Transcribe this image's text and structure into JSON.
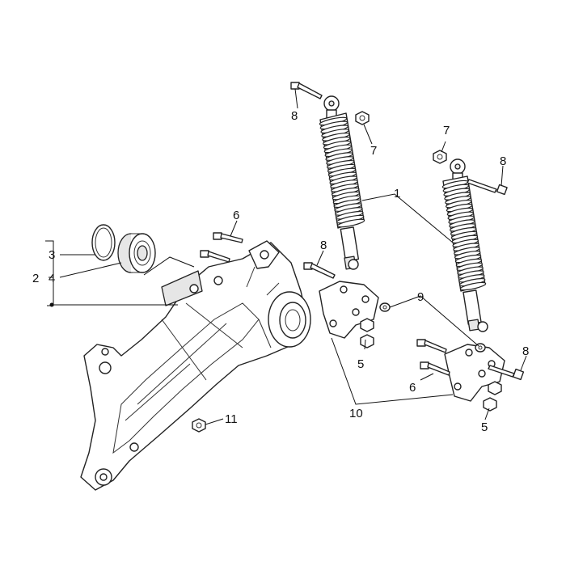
{
  "callouts": {
    "c1": "1",
    "c2": "2",
    "c3": "3",
    "c4": "4",
    "c5a": "5",
    "c5b": "5",
    "c6a": "6",
    "c6b": "6",
    "c7a": "7",
    "c7b": "7",
    "c8a": "8",
    "c8b": "8",
    "c8c": "8",
    "c8d": "8",
    "c9": "9",
    "c10": "10",
    "c11": "11"
  },
  "colors": {
    "line": "#222222",
    "fill": "#ffffff",
    "shade": "#e6e6e6"
  }
}
